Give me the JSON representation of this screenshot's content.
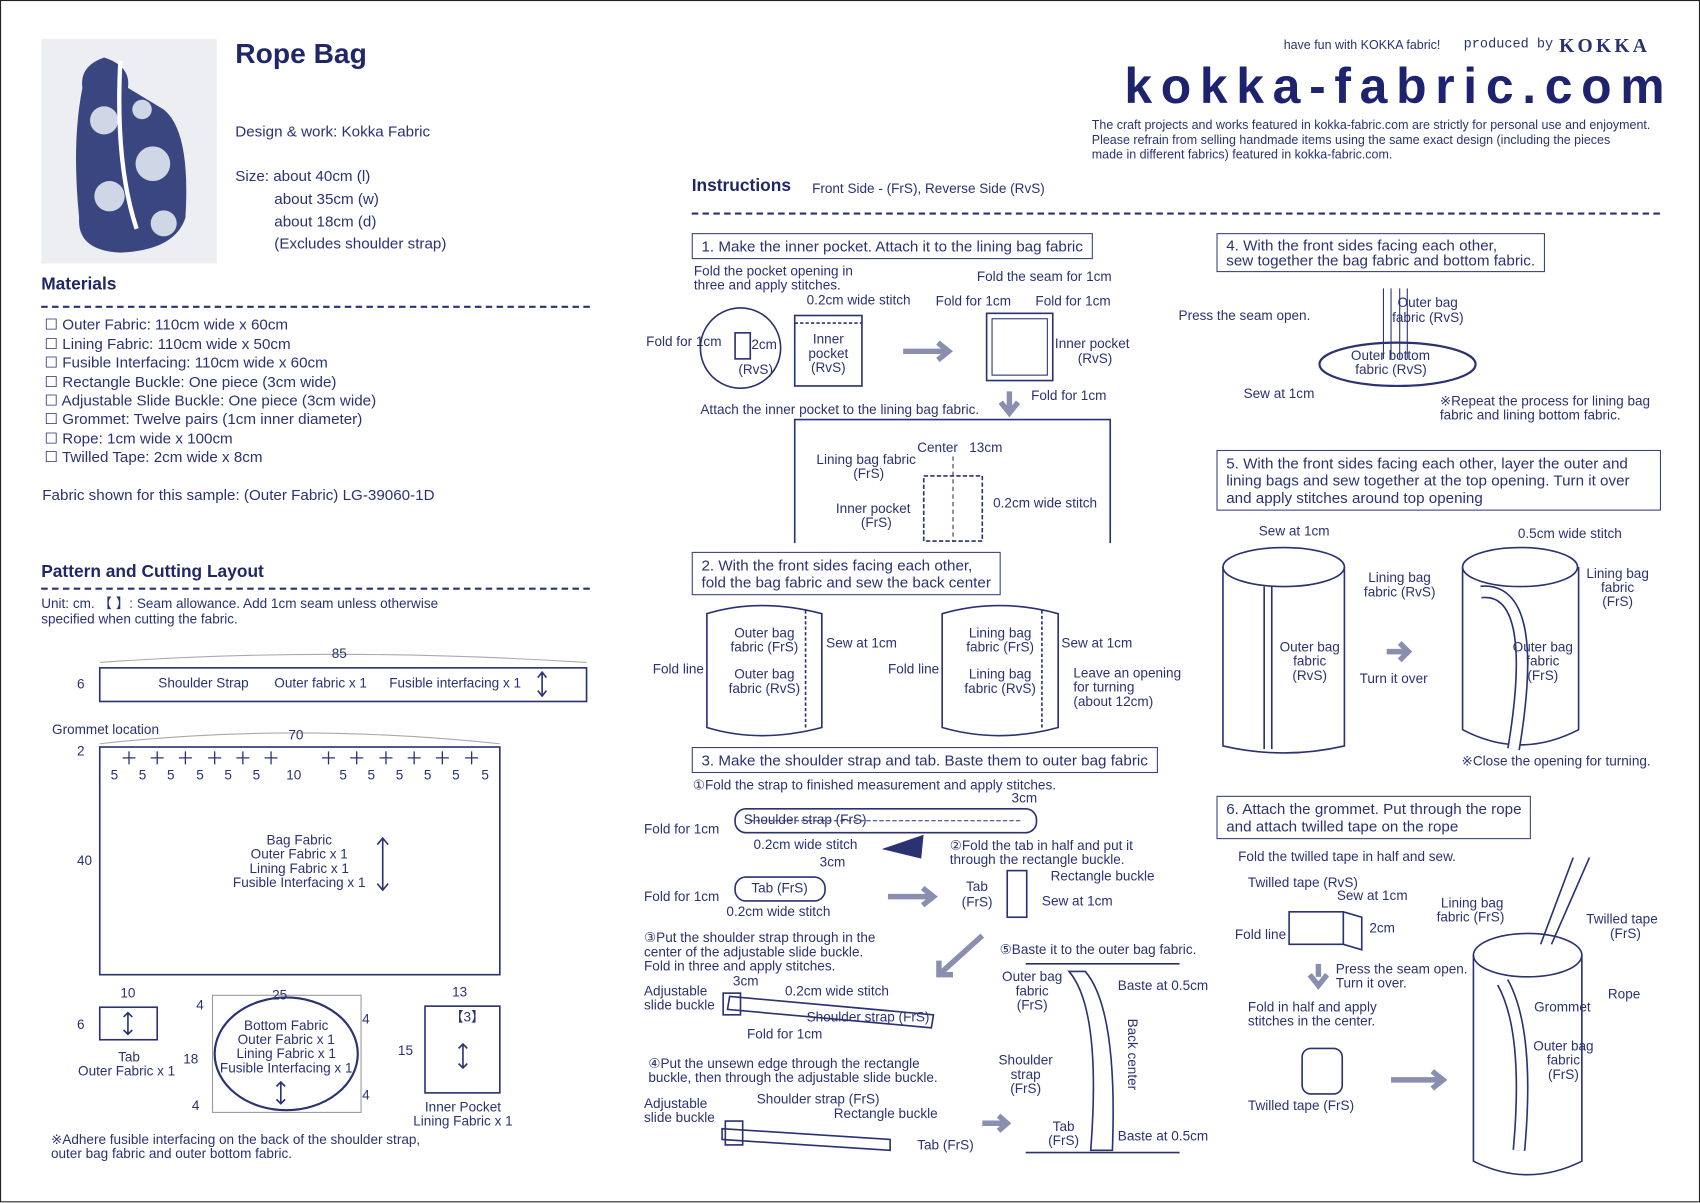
{
  "header": {
    "title": "Rope Bag",
    "design": "Design & work: Kokka Fabric",
    "size_label": "Size: about 40cm (l)",
    "size_w": "about 35cm (w)",
    "size_d": "about 18cm (d)",
    "size_note": "(Excludes shoulder strap)"
  },
  "materials": {
    "heading": "Materials",
    "items": [
      "☐ Outer Fabric: 110cm wide x 60cm",
      "☐ Lining Fabric: 110cm wide x 50cm",
      "☐ Fusible Interfacing: 110cm wide x 60cm",
      "☐ Rectangle Buckle: One piece (3cm wide)",
      "☐ Adjustable Slide Buckle: One piece (3cm wide)",
      "☐ Grommet: Twelve pairs (1cm inner diameter)",
      "☐ Rope: 1cm wide x 100cm",
      "☐ Twilled Tape: 2cm wide x 8cm"
    ],
    "fabric_sample": "Fabric shown for this sample:  (Outer Fabric) LG-39060-1D"
  },
  "pattern": {
    "heading": "Pattern and Cutting Layout",
    "unit1": "Unit: cm. 【  】: Seam allowance. Add 1cm seam unless otherwise",
    "unit2": "specified when cutting the fabric.",
    "strap": {
      "len": "85",
      "wid": "6",
      "name": "Shoulder Strap",
      "outer": "Outer fabric x 1",
      "fusible": "Fusible interfacing x 1"
    },
    "bag": {
      "grommet": "Grommet location",
      "len": "70",
      "top": "2",
      "height": "40",
      "five": "5",
      "ten": "10",
      "l1": "Bag Fabric",
      "l2": "Outer Fabric x 1",
      "l3": "Lining Fabric x 1",
      "l4": "Fusible Interfacing x 1"
    },
    "tab": {
      "w": "10",
      "h": "6",
      "l1": "Tab",
      "l2": "Outer Fabric x 1"
    },
    "bottom": {
      "w": "25",
      "h": "18",
      "corner": "4",
      "l1": "Bottom Fabric",
      "l2": "Outer Fabric x 1",
      "l3": "Lining Fabric x 1",
      "l4": "Fusible Interfacing x 1"
    },
    "pocket": {
      "w": "13",
      "seam": "【3】",
      "h": "15",
      "l1": "Inner Pocket",
      "l2": "Lining Fabric x 1"
    },
    "note1": "※Adhere fusible interfacing on the back of the shoulder strap,",
    "note2": "outer bag fabric and outer bottom fabric."
  },
  "brand": {
    "tagline": "have fun with KOKKA fabric!",
    "produced": "produced by",
    "kokka": "KOKKA",
    "site": "kokka-fabric.com",
    "d1": "The craft projects and works featured in kokka-fabric.com are strictly for personal use and enjoyment.",
    "d2": "Please refrain from selling handmade items using the same exact design (including the pieces",
    "d3": "made in different fabrics) featured in kokka-fabric.com."
  },
  "instructions": {
    "heading": "Instructions",
    "legend": "Front Side - (FrS), Reverse Side (RvS)"
  },
  "s1": {
    "title": "1. Make the inner pocket. Attach it to the lining bag fabric",
    "a": "Fold the pocket opening in",
    "b": "three and apply stitches.",
    "seam": "Fold the seam for 1cm",
    "stitch": "0.2cm wide stitch",
    "fold": "Fold for 1cm",
    "two": "2cm",
    "rvs": "(RvS)",
    "ip1": "Inner",
    "ip2": "pocket",
    "ip3": "(RvS)",
    "ipr": "Inner pocket",
    "attach": "Attach the inner pocket to the lining bag fabric.",
    "center": "Center",
    "w13": "13cm",
    "lb": "Lining bag fabric",
    "frs": "(FrS)",
    "ipf": "Inner pocket"
  },
  "s2": {
    "title1": "2. With the front sides facing each other,",
    "title2": "fold the bag fabric and sew the back center",
    "ob": "Outer bag",
    "obf": "fabric (FrS)",
    "obr": "fabric (RvS)",
    "sew": "Sew at 1cm",
    "fl": "Fold line",
    "lb": "Lining bag",
    "o1": "Leave an opening",
    "o2": "for turning",
    "o3": "(about 12cm)"
  },
  "s3": {
    "title": "3. Make the shoulder strap and tab. Baste them to outer bag fabric",
    "st1": "①Fold the strap to finished measurement and apply stitches.",
    "strap": "Shoulder strap (FrS)",
    "c3": "3cm",
    "fold": "Fold for 1cm",
    "stitch": "0.2cm wide stitch",
    "st2a": "②Fold the tab in half and put it",
    "st2b": "through the rectangle buckle.",
    "tab": "Tab (FrS)",
    "rb": "Rectangle buckle",
    "tabl": "Tab",
    "frs": "(FrS)",
    "sew": "Sew at 1cm",
    "st3a": "③Put the shoulder strap through in the",
    "st3b": "center of the adjustable slide buckle.",
    "st3c": "Fold in three and apply stitches.",
    "adj1": "Adjustable",
    "adj2": "slide buckle",
    "st4a": "④Put the unsewn edge through the rectangle",
    "st4b": "buckle, then through the adjustable slide buckle.",
    "st5": "⑤Baste it to the outer bag fabric.",
    "ob": "Outer bag",
    "fab": "fabric",
    "baste": "Baste at 0.5cm",
    "back": "Back center",
    "sh": "Shoulder",
    "str": "strap"
  },
  "s4": {
    "title1": "4. With the front sides facing each other,",
    "title2": "sew together the bag fabric and bottom fabric.",
    "press": "Press the seam open.",
    "ob": "Outer bag",
    "obr": "fabric (RvS)",
    "bot": "Outer bottom",
    "sew": "Sew at 1cm",
    "r1": "※Repeat the process for lining bag",
    "r2": "fabric and lining bottom fabric."
  },
  "s5": {
    "t1": "5. With the front sides facing each other, layer the outer and",
    "t2": "lining bags and sew together at the top opening. Turn it over",
    "t3": "and apply stitches around top opening",
    "sew": "Sew at 1cm",
    "stitch": "0.5cm wide stitch",
    "lb": "Lining bag",
    "lbr": "fabric (RvS)",
    "ob": "Outer bag",
    "fab": "fabric",
    "rvs": "(RvS)",
    "frs": "(FrS)",
    "turn": "Turn it over",
    "close": "※Close the opening for turning."
  },
  "s6": {
    "t1": "6. Attach the grommet. Put through the rope",
    "t2": "and attach twilled tape on the rope",
    "fold": "Fold the twilled tape in half and sew.",
    "ttr": "Twilled tape (RvS)",
    "sew": "Sew at 1cm",
    "lb": "Lining bag",
    "lbf": "fabric (FrS)",
    "tt": "Twilled tape",
    "frs": "(FrS)",
    "two": "2cm",
    "fl": "Fold line",
    "p1": "Press the seam open.",
    "p2": "Turn it over.",
    "rope": "Rope",
    "f1": "Fold in half and apply",
    "f2": "stitches in the center.",
    "grom": "Grommet",
    "ob": "Outer bag",
    "fab": "fabric",
    "ttf": "Twilled tape (FrS)"
  },
  "colors": {
    "navy": "#2a3272",
    "photo": "#39457f"
  }
}
